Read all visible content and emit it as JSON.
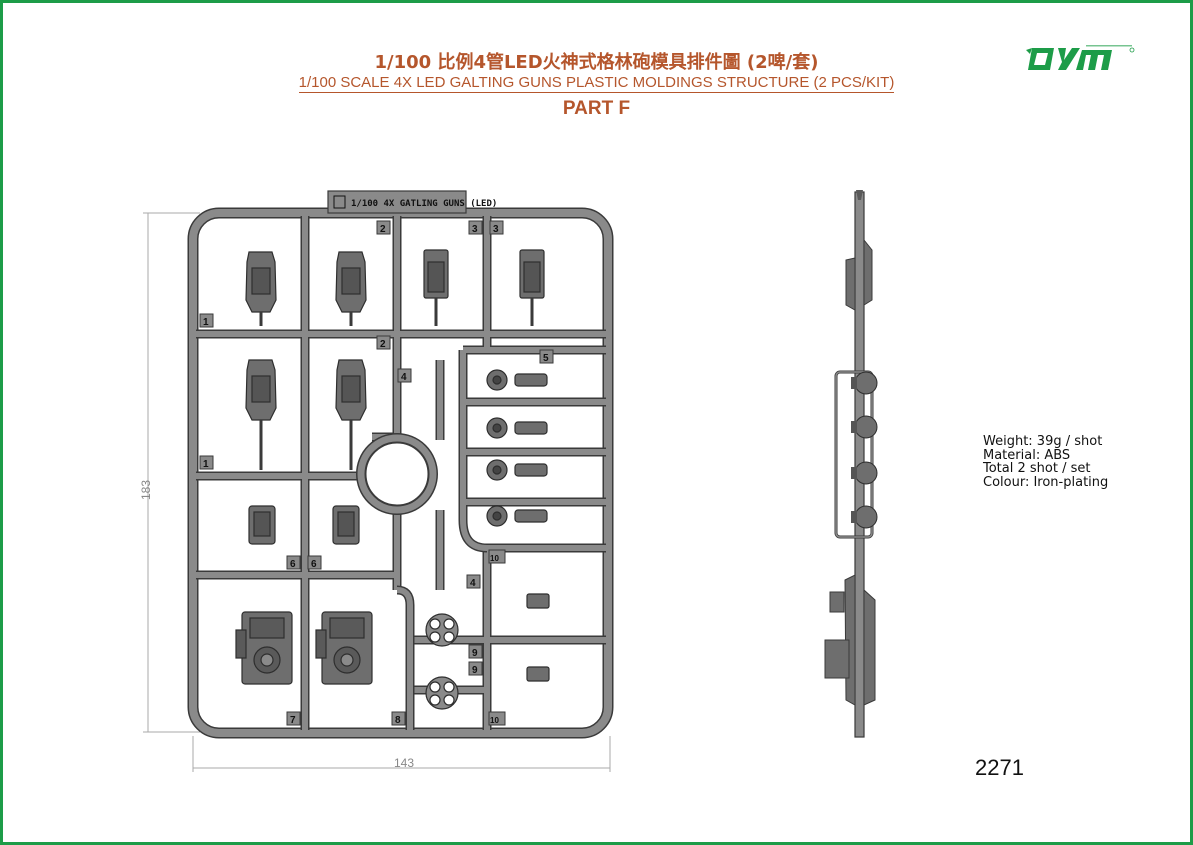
{
  "header": {
    "title_cn": "1/100 比例4管LED火神式格林砲模具排件圖 (2啤/套)",
    "title_en": "1/100 SCALE 4X LED GALTING GUNS PLASTIC MOLDINGS STRUCTURE (2 PCS/KIT)",
    "part": "PART F"
  },
  "sprue": {
    "plate_label": "1/100 4X GATLING GUNS (LED)",
    "part_numbers": [
      "1",
      "1",
      "2",
      "2",
      "3",
      "3",
      "4",
      "4",
      "5",
      "6",
      "6",
      "7",
      "8",
      "9",
      "9",
      "10",
      "10"
    ]
  },
  "dimensions": {
    "height": "183",
    "width": "143"
  },
  "specs": {
    "weight": "Weight: 39g / shot",
    "material": "Material: ABS",
    "total": "Total 2 shot / set",
    "colour": "Colour: Iron-plating"
  },
  "product_code": "2271",
  "colors": {
    "frame": "#1d9c48",
    "title": "#b5562c",
    "plastic": "#8a8a8a"
  },
  "logo_icon": "dyn-logo"
}
